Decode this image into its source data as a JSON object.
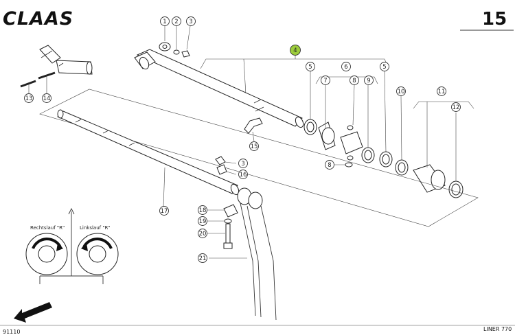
{
  "brand": {
    "logo_text": "CLAAS"
  },
  "page": {
    "number": "15"
  },
  "footer": {
    "left_code": "91110",
    "right_model": "LINER 770"
  },
  "rotation": {
    "left_label": "Rechtslauf \"R\"",
    "right_label": "Linkslauf \"R\""
  },
  "callouts": [
    "1",
    "2",
    "3",
    "4",
    "5",
    "6",
    "7",
    "8",
    "9",
    "5",
    "10",
    "11",
    "12",
    "13",
    "14",
    "15",
    "3",
    "16",
    "17",
    "18",
    "19",
    "20",
    "21",
    "8"
  ],
  "colors": {
    "highlight": "#9ccc3c",
    "ink": "#222222",
    "background": "#ffffff"
  }
}
